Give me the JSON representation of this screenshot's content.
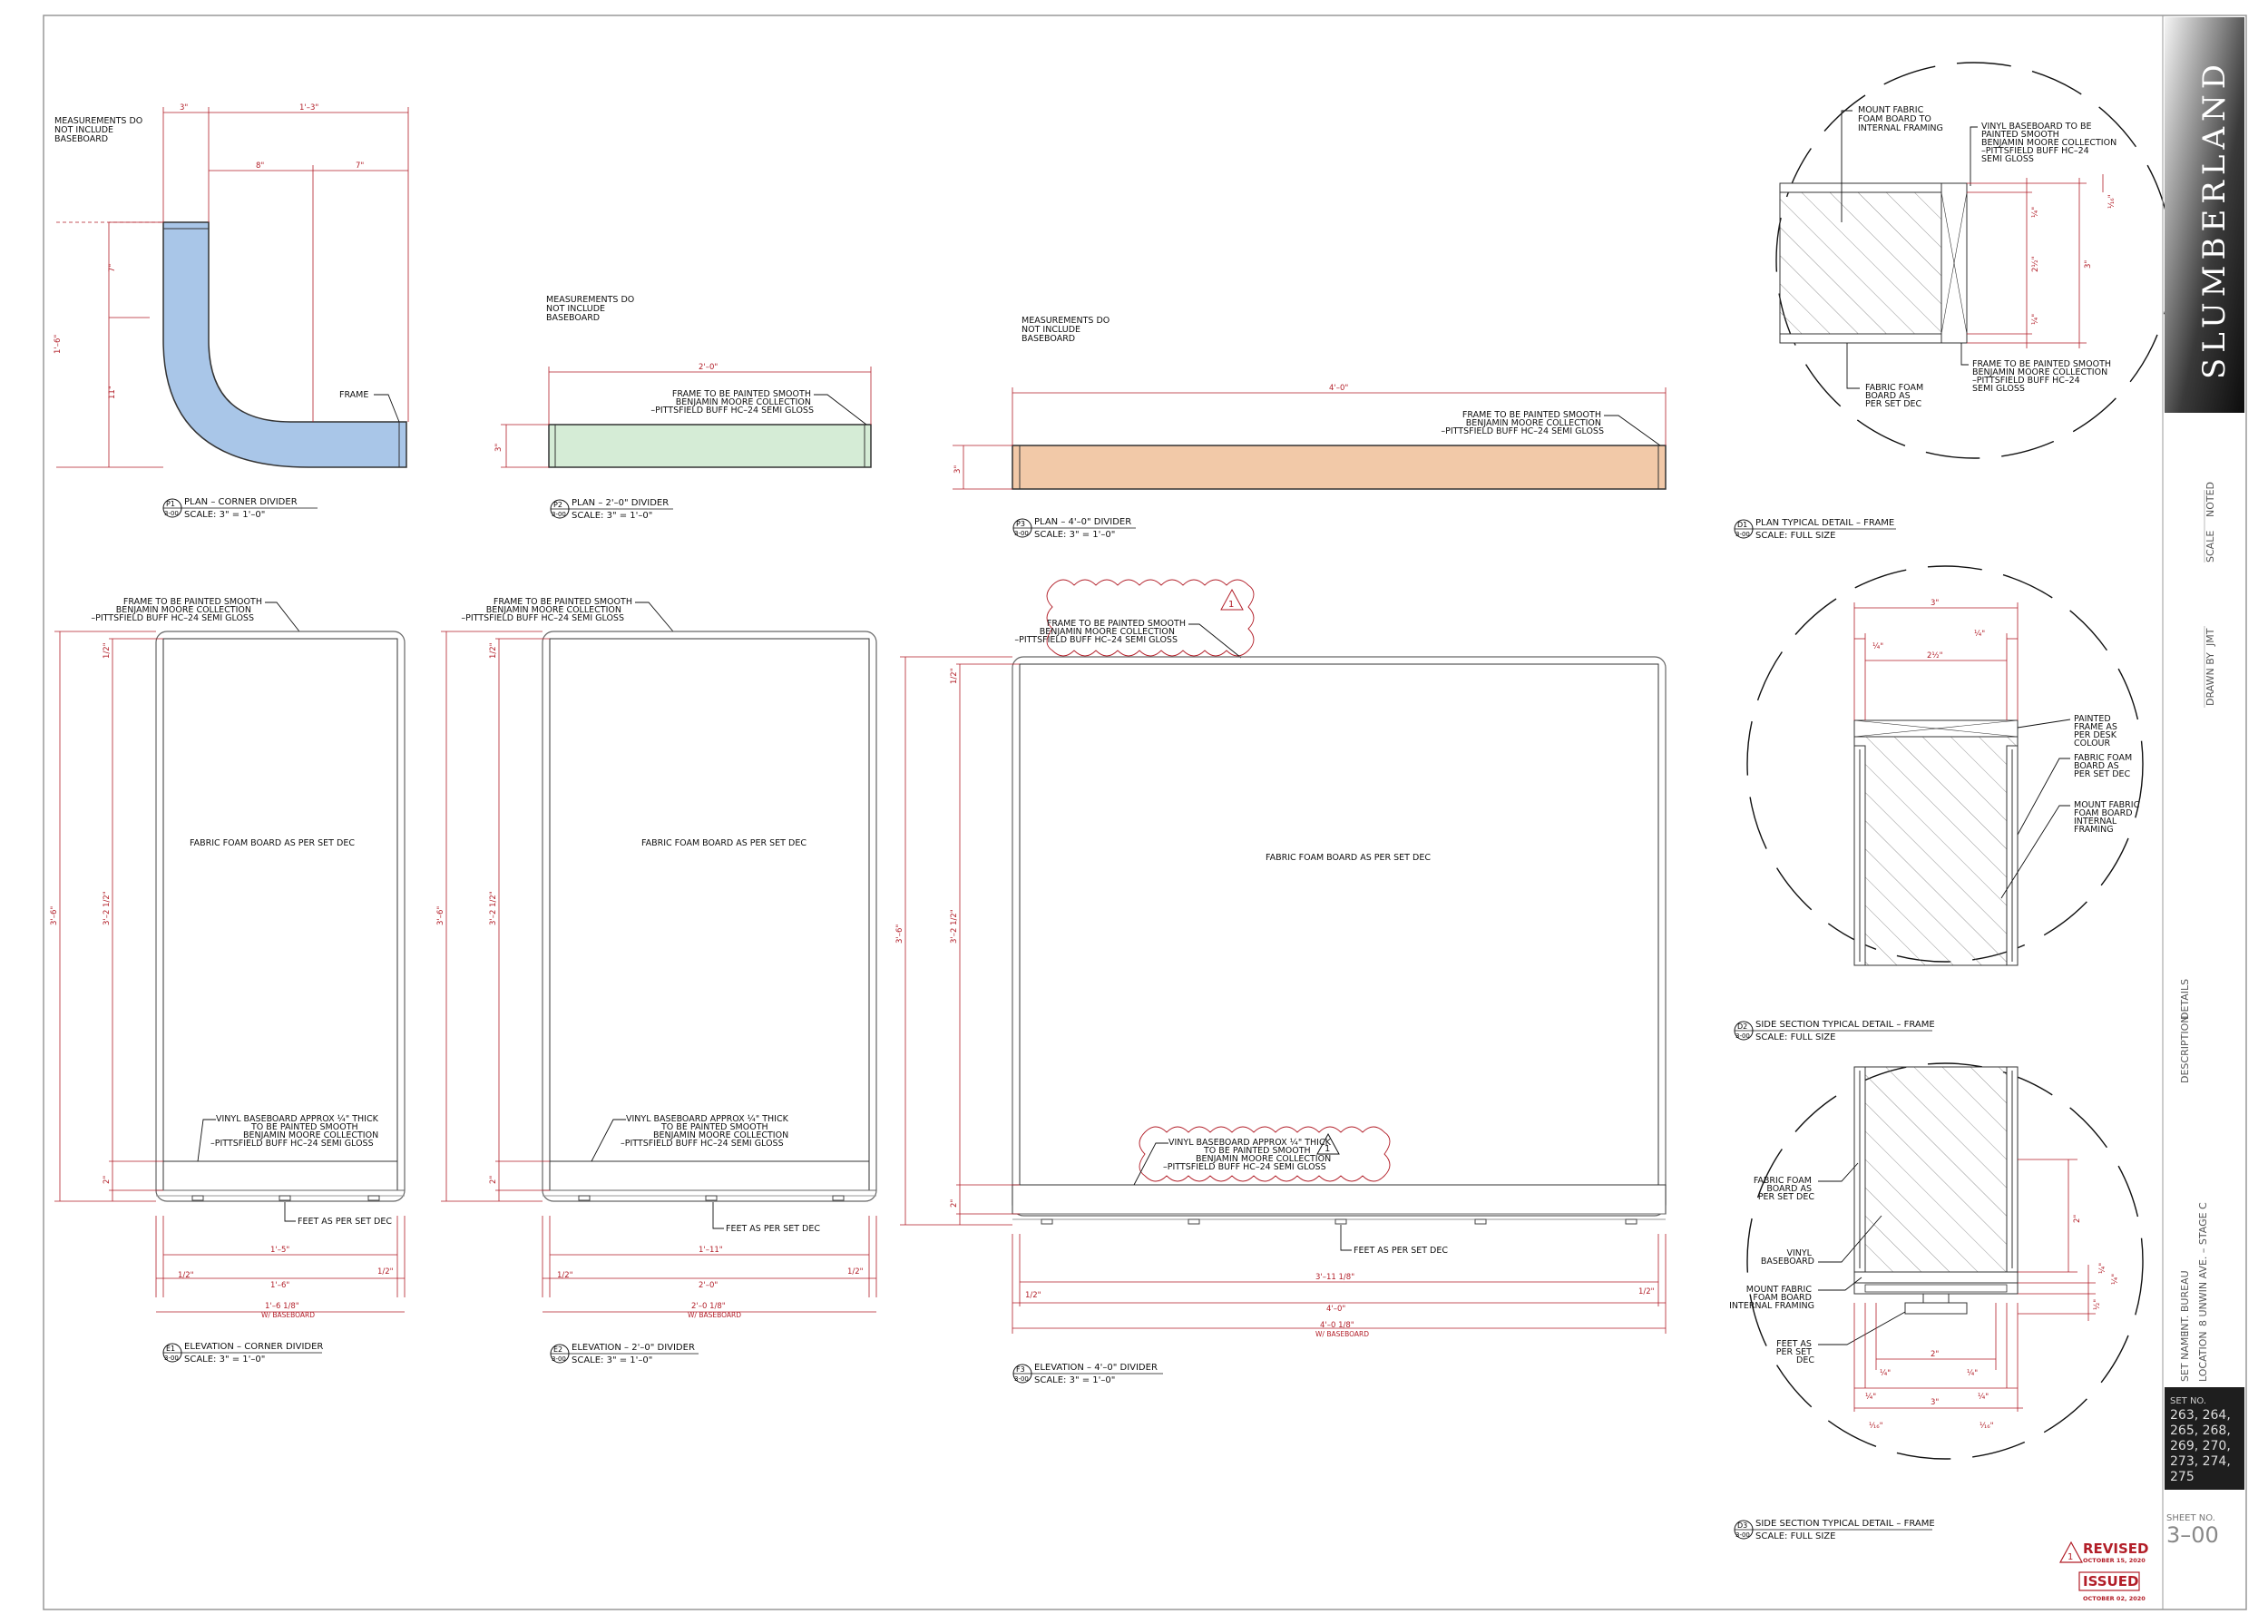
{
  "notes": {
    "measurements_p1": [
      "MEASUREMENTS DO",
      "NOT INCLUDE",
      "BASEBOARD"
    ],
    "measurements_p2": [
      "MEASUREMENTS DO",
      "NOT INCLUDE",
      "BASEBOARD"
    ],
    "measurements_p3": [
      "MEASUREMENTS DO",
      "NOT INCLUDE",
      "BASEBOARD"
    ],
    "frame_paint": [
      "FRAME TO BE PAINTED SMOOTH",
      "BENJAMIN MOORE COLLECTION",
      "–PITTSFIELD BUFF HC–24 SEMI GLOSS"
    ],
    "frame_label": "FRAME",
    "fabric_board": "FABRIC  FOAM BOARD AS PER SET DEC",
    "baseboard": [
      "VINYL BASEBOARD APPROX ¼\" THICK",
      "TO BE PAINTED SMOOTH",
      "BENJAMIN MOORE COLLECTION",
      "–PITTSFIELD BUFF HC–24 SEMI GLOSS"
    ],
    "feet": "FEET AS PER SET DEC"
  },
  "views": {
    "p1": {
      "tag": "P1",
      "sheet": "3-00",
      "title": "PLAN – CORNER DIVIDER",
      "scale": "SCALE:  3\" = 1'–0\"",
      "dims": {
        "top_a": "3\"",
        "top_b": "1'–3\"",
        "mid_a": "8\"",
        "mid_b": "7\"",
        "left": "1'–6\"",
        "left_a": "7\"",
        "left_b": "11\""
      },
      "color": "#a9c6e8"
    },
    "p2": {
      "tag": "P2",
      "sheet": "3-00",
      "title": "PLAN – 2'–0\" DIVIDER",
      "scale": "SCALE:  3\" = 1'–0\"",
      "dims": {
        "width": "2'–0\"",
        "depth": "3\""
      },
      "color": "#d5ecd6"
    },
    "p3": {
      "tag": "P3",
      "sheet": "3-00",
      "title": "PLAN – 4'–0\" DIVIDER",
      "scale": "SCALE:  3\" = 1'–0\"",
      "dims": {
        "width": "4'–0\"",
        "depth": "3\""
      },
      "color": "#f2c9a8"
    },
    "e1": {
      "tag": "E1",
      "sheet": "3-00",
      "title": "ELEVATION – CORNER DIVIDER",
      "scale": "SCALE:  3\" = 1'–0\"",
      "dims": {
        "height": "3'–6\"",
        "inner": "3'–2 1/2\"",
        "top": "1/2\"",
        "base": "2\"",
        "w_inner": "1'–5\"",
        "half_l": "1/2\"",
        "half_r": "1/2\"",
        "w": "1'–6\"",
        "w_base": "1'–6 1/8\"",
        "w_base_note": "W/ BASEBOARD"
      }
    },
    "e2": {
      "tag": "E2",
      "sheet": "3-00",
      "title": "ELEVATION – 2'–0\" DIVIDER",
      "scale": "SCALE:  3\" = 1'–0\"",
      "dims": {
        "height": "3'–6\"",
        "inner": "3'–2 1/2\"",
        "top": "1/2\"",
        "base": "2\"",
        "w_inner": "1'–11\"",
        "half_l": "1/2\"",
        "half_r": "1/2\"",
        "w": "2'–0\"",
        "w_base": "2'–0 1/8\"",
        "w_base_note": "W/ BASEBOARD"
      }
    },
    "e3": {
      "tag": "F3",
      "sheet": "3-00",
      "title": "ELEVATION – 4'–0\" DIVIDER",
      "scale": "SCALE:  3\" = 1'–0\"",
      "dims": {
        "height": "3'–6\"",
        "inner": "3'–2 1/2\"",
        "top": "1/2\"",
        "base": "2\"",
        "w_inner": "3'–11 1/8\"",
        "half_l": "1/2\"",
        "half_r": "1/2\"",
        "w": "4'–0\"",
        "w_base": "4'–0 1/8\"",
        "w_base_note": "W/ BASEBOARD"
      },
      "revision": "1"
    },
    "d1": {
      "tag": "D1",
      "sheet": "3-00",
      "title": "PLAN TYPICAL DETAIL – FRAME",
      "scale": "SCALE:  FULL SIZE",
      "notes": {
        "mount": [
          "MOUNT FABRIC",
          "FOAM BOARD TO",
          "INTERNAL FRAMING"
        ],
        "vinyl": [
          "VINYL BASEBOARD TO BE",
          "PAINTED SMOOTH",
          "BENJAMIN MOORE COLLECTION",
          "–PITTSFIELD BUFF HC–24",
          "SEMI GLOSS"
        ],
        "frame": [
          "FRAME TO BE PAINTED SMOOTH",
          "BENJAMIN MOORE COLLECTION",
          "–PITTSFIELD BUFF HC–24",
          "SEMI GLOSS"
        ],
        "fabric": [
          "FABRIC FOAM",
          "BOARD AS",
          "PER SET DEC"
        ]
      },
      "dims": {
        "a": "¼\"",
        "b": "2½\"",
        "c": "¼\"",
        "d": "3\"",
        "e": "¹⁄₁₆\""
      }
    },
    "d2": {
      "tag": "D2",
      "sheet": "3-00",
      "title": "SIDE SECTION TYPICAL DETAIL – FRAME",
      "scale": "SCALE:  FULL SIZE",
      "notes": {
        "painted": [
          "PAINTED",
          "FRAME AS",
          "PER DESK",
          "COLOUR"
        ],
        "fabric": [
          "FABRIC FOAM",
          "BOARD AS",
          "PER SET DEC"
        ],
        "mount": [
          "MOUNT FABRIC",
          "FOAM BOARD",
          "INTERNAL",
          "FRAMING"
        ]
      },
      "dims": {
        "w": "3\"",
        "l": "¼\"",
        "r": "¼\"",
        "m": "2½\""
      }
    },
    "d3": {
      "tag": "D3",
      "sheet": "3-00",
      "title": "SIDE SECTION TYPICAL DETAIL – FRAME",
      "scale": "SCALE:  FULL SIZE",
      "notes": {
        "fabric": [
          "FABRIC FOAM",
          "BOARD AS",
          "PER SET DEC"
        ],
        "vinyl": [
          "VINYL",
          "BASEBOARD"
        ],
        "mount": [
          "MOUNT FABRIC",
          "FOAM BOARD",
          "INTERNAL FRAMING"
        ],
        "feet": [
          "FEET AS",
          "PER SET",
          "DEC"
        ]
      },
      "dims": {
        "h": "2\"",
        "q1": "¼\"",
        "q2": "¼\"",
        "half": "½\"",
        "w2": "2\"",
        "l1": "¼\"",
        "r1": "¼\"",
        "l2": "¼\"",
        "r2": "¼\"",
        "w3": "3\"",
        "s1": "¹⁄₁₆\"",
        "s2": "¹⁄₁₆\""
      }
    }
  },
  "title_block": {
    "brand": "SLUMBERLAND",
    "scale_label": "SCALE",
    "scale_value": "NOTED",
    "drawn_label": "DRAWN BY",
    "drawn_value": "JMT",
    "description_label": "DESCRIPTION",
    "description_value": "DETAILS",
    "set_name_label": "SET NAME",
    "set_name_value": "INT. BUREAU",
    "location_label": "LOCATION",
    "location_value": "8 UNWIN AVE. – STAGE C",
    "set_no_label": "SET NO.",
    "set_no_value": [
      "263, 264,",
      "265, 268,",
      "269, 270,",
      "273, 274,",
      "275"
    ],
    "sheet_no_label": "SHEET NO.",
    "sheet_no_value": "3–00",
    "revised_label": "REVISED",
    "revised_date": "OCTOBER 15, 2020",
    "revised_mark": "1",
    "issued_label": "ISSUED",
    "issued_date": "OCTOBER 02, 2020"
  }
}
